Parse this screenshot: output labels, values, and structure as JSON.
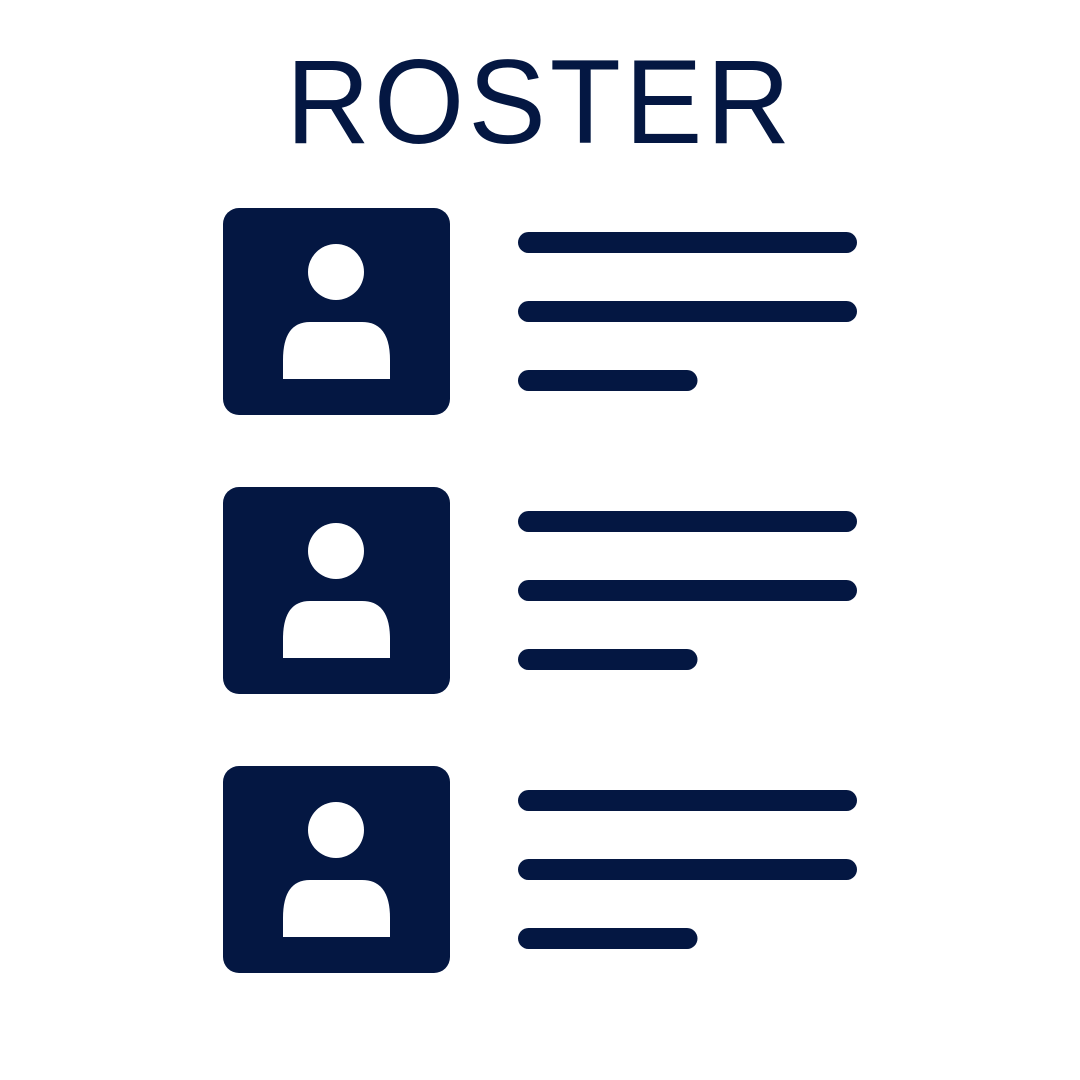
{
  "title": "ROSTER",
  "color": "#041742",
  "entries": [
    {
      "lines": [
        1,
        1,
        0.5
      ]
    },
    {
      "lines": [
        1,
        1,
        0.5
      ]
    },
    {
      "lines": [
        1,
        1,
        0.5
      ]
    }
  ]
}
